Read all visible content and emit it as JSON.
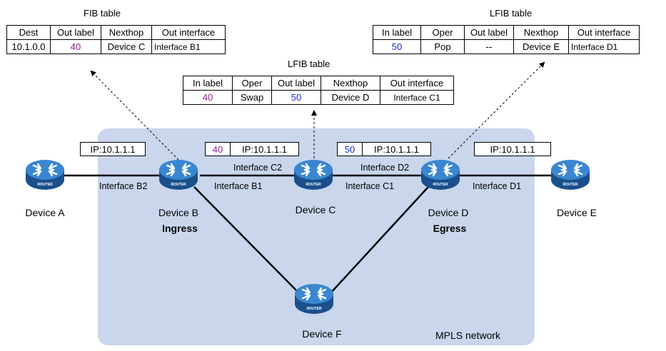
{
  "diagram": {
    "network_label": "MPLS network",
    "devices": [
      {
        "id": "A",
        "name": "Device A",
        "role": "",
        "icon_text": "ROUTER"
      },
      {
        "id": "B",
        "name": "Device B",
        "role": "Ingress",
        "icon_text": "ROUTER"
      },
      {
        "id": "C",
        "name": "Device C",
        "role": "",
        "icon_text": "ROUTER"
      },
      {
        "id": "D",
        "name": "Device D",
        "role": "Egress",
        "icon_text": "ROUTER"
      },
      {
        "id": "E",
        "name": "Device E",
        "role": "",
        "icon_text": "ROUTER"
      },
      {
        "id": "F",
        "name": "Device F",
        "role": "",
        "icon_text": "ROUTER"
      }
    ],
    "interfaces": {
      "b2": "Interface B2",
      "b1": "Interface B1",
      "c2": "Interface C2",
      "c1": "Interface C1",
      "d2": "Interface D2",
      "d1": "Interface D1"
    },
    "packets": [
      {
        "label": "",
        "ip": "IP:10.1.1.1"
      },
      {
        "label": "40",
        "ip": "IP:10.1.1.1"
      },
      {
        "label": "50",
        "ip": "IP:10.1.1.1"
      },
      {
        "label": "",
        "ip": "IP:10.1.1.1"
      }
    ],
    "fib_table": {
      "title": "FIB table",
      "headers": [
        "Dest",
        "Out label",
        "Nexthop",
        "Out interface"
      ],
      "row": [
        "10.1.0.0",
        "40",
        "Device C",
        "Interface B1"
      ]
    },
    "lfib_c": {
      "title": "LFIB table",
      "headers": [
        "In label",
        "Oper",
        "Out label",
        "Nexthop",
        "Out interface"
      ],
      "row": [
        "40",
        "Swap",
        "50",
        "Device D",
        "Interface C1"
      ]
    },
    "lfib_d": {
      "title": "LFIB table",
      "headers": [
        "In label",
        "Oper",
        "Out label",
        "Nexthop",
        "Out interface"
      ],
      "row": [
        "50",
        "Pop",
        "--",
        "Device E",
        "Interface D1"
      ]
    },
    "colors": {
      "region": "#c9d6ec",
      "router": "#2a6db5",
      "label_40": "#8b1f8f",
      "label_50": "#1b2bd6"
    }
  }
}
